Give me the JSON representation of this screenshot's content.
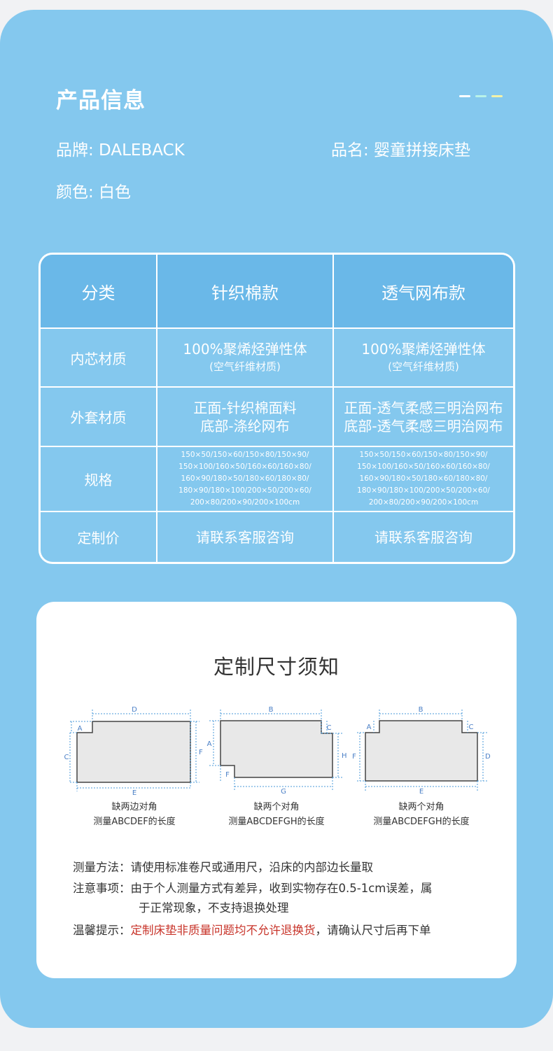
{
  "section_title": "产品信息",
  "brand": "品牌: DALEBACK",
  "product_name": "品名: 婴童拼接床垫",
  "color": "颜色: 白色",
  "accent_dashes": [
    "#ffffff",
    "#b9f3e8",
    "#f3f2a8"
  ],
  "table": {
    "header": [
      "分类",
      "针织棉款",
      "透气网布款"
    ],
    "rows": [
      {
        "label": "内芯材质",
        "col1": [
          "100%聚烯烃弹性体",
          "(空气纤维材质)"
        ],
        "col2": [
          "100%聚烯烃弹性体",
          "(空气纤维材质)"
        ]
      },
      {
        "label": "外套材质",
        "col1": [
          "正面-针织棉面料",
          "底部-涤纶网布"
        ],
        "col2": [
          "正面-透气柔感三明治网布",
          "底部-透气柔感三明治网布"
        ]
      },
      {
        "label": "规格",
        "col1": [
          "150×50/150×60/150×80/150×90/",
          "150×100/160×50/160×60/160×80/",
          "160×90/180×50/180×60/180×80/",
          "180×90/180×100/200×50/200×60/",
          "200×80/200×90/200×100cm"
        ],
        "col2": [
          "150×50/150×60/150×80/150×90/",
          "150×100/160×50/160×60/160×80/",
          "160×90/180×50/180×60/180×80/",
          "180×90/180×100/200×50/200×60/",
          "200×80/200×90/200×100cm"
        ]
      },
      {
        "label": "定制价",
        "col1": [
          "请联系客服咨询"
        ],
        "col2": [
          "请联系客服咨询"
        ]
      }
    ]
  },
  "custom": {
    "title": "定制尺寸须知",
    "diagrams": [
      {
        "labels": {
          "top": "D",
          "corner": "A",
          "left": "C",
          "right": "F",
          "bottom": "E"
        },
        "caption": [
          "缺两边对角",
          "测量ABCDEF的长度"
        ]
      },
      {
        "labels": {
          "top": "B",
          "left": "A",
          "right_top": "C",
          "right": "H",
          "bottom_left": "F",
          "bottom": "G"
        },
        "caption": [
          "缺两个对角",
          "测量ABCDEFGH的长度"
        ]
      },
      {
        "labels": {
          "top": "B",
          "corner_left": "A",
          "corner_right": "C",
          "left": "F",
          "right": "D",
          "bottom": "E"
        },
        "caption": [
          "缺两个对角",
          "测量ABCDEFGH的长度"
        ]
      }
    ],
    "method": "测量方法：请使用标准卷尺或通用尺，沿床的内部边长量取",
    "notice_1": "注意事项：由于个人测量方式有差异，收到实物存在0.5-1cm误差，属",
    "notice_2": "于正常现象，不支持退换处理",
    "tip_label": "温馨提示：",
    "tip_red": "定制床垫非质量问题均不允许退换货",
    "tip_rest": "，请确认尺寸后再下单"
  }
}
